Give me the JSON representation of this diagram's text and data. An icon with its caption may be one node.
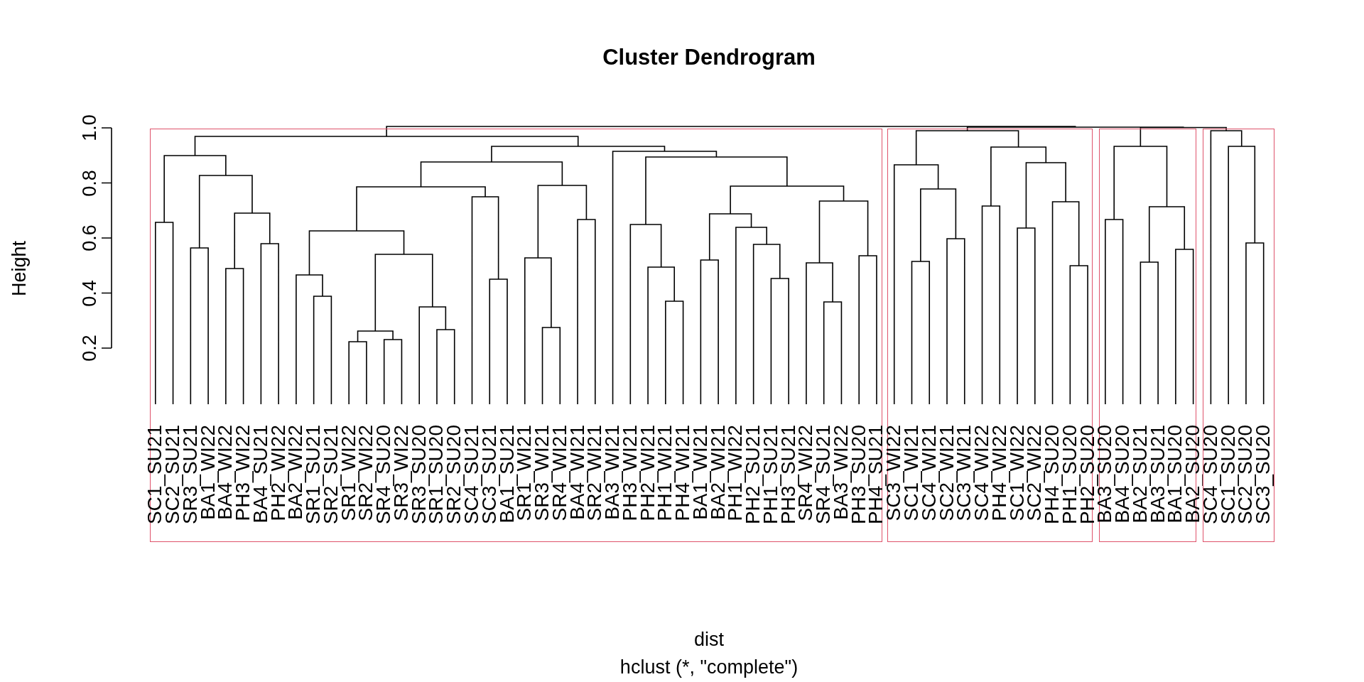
{
  "diagram": {
    "title": "Cluster Dendrogram",
    "nodes": [
      {
        "text": [
          "SC1_SU21",
          "SC2_SU21",
          "SR3_SU21",
          "BA1_WI22",
          "BA4_WI22",
          "PH3_WI22",
          "BA4_SU21",
          "PH2_WI22",
          "BA2_WI22",
          "SR1_SU21",
          "SR2_SU21",
          "SR1_WI22",
          "SR2_WI22",
          "SR4_SU20",
          "SR3_WI22",
          "SR3_SU20",
          "SR1_SU20",
          "SR2_SU20",
          "SC4_SU21",
          "SC3_SU21",
          "BA1_SU21",
          "SR1_WI21",
          "SR3_WI21",
          "SR4_WI21",
          "BA4_WI21",
          "SR2_WI21",
          "BA3_WI21",
          "PH3_WI21",
          "PH2_WI21",
          "PH1_WI21",
          "PH4_WI21",
          "BA1_WI21",
          "BA2_WI21",
          "PH1_WI22",
          "PH2_SU21",
          "PH1_SU21",
          "PH3_SU21",
          "SR4_WI22",
          "SR4_SU21",
          "BA3_WI22",
          "PH3_SU20",
          "PH4_SU21"
        ]
      },
      {
        "text": [
          "SC3_WI22",
          "SC1_WI21",
          "SC4_WI21",
          "SC2_WI21",
          "SC3_WI21",
          "SC4_WI22",
          "PH4_WI22",
          "SC1_WI22",
          "SC2_WI22",
          "PH4_SU20",
          "PH1_SU20",
          "PH2_SU20"
        ]
      },
      {
        "text": [
          "BA3_SU20",
          "BA4_SU20",
          "BA2_SU21",
          "BA3_SU21",
          "BA1_SU20",
          "BA2_SU20"
        ]
      },
      {
        "text": [
          "SC4_SU20",
          "SC1_SU20",
          "SC2_SU20",
          "SC3_SU20"
        ]
      }
    ],
    "labels": [
      "Height",
      "0.2",
      "0.4",
      "0.6",
      "0.8",
      "1.0",
      "dist",
      "hclust (*, \"complete\")"
    ]
  }
}
